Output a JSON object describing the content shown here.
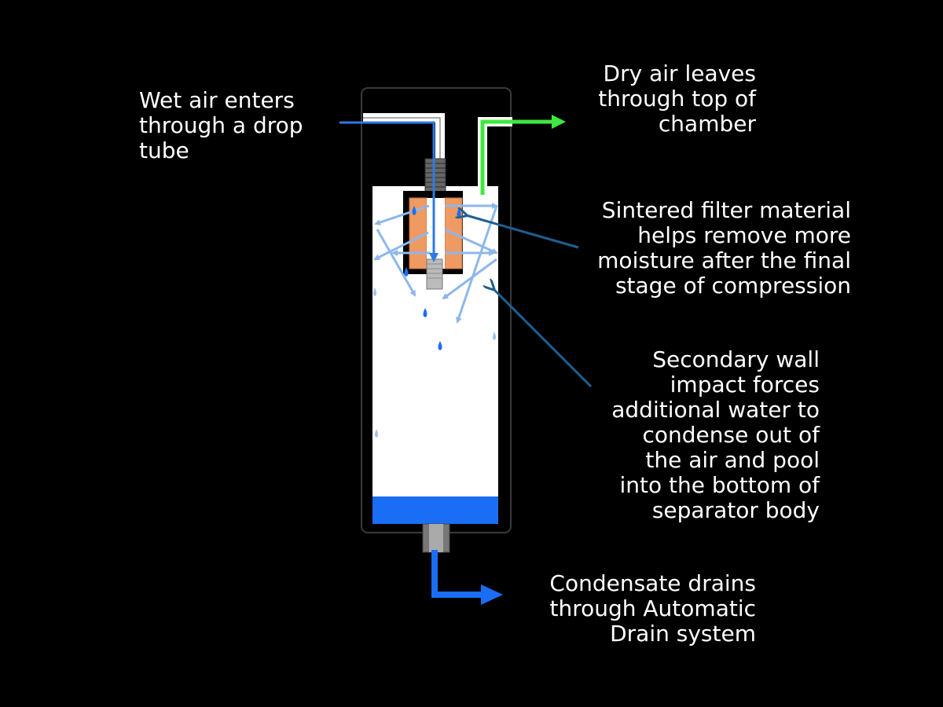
{
  "labels": {
    "wet_air": "Wet air enters\nthrough a drop\ntube",
    "dry_air": "Dry air leaves\nthrough top of\nchamber",
    "sintered": "Sintered filter material\nhelps remove more\nmoisture after the final\nstage of compression",
    "secondary": "Secondary wall\nimpact forces\nadditional water to\ncondense out of\nthe air and pool\ninto the bottom of\nseparator body",
    "condensate": "Condensate drains\nthrough Automatic\nDrain system"
  },
  "colors": {
    "background": "#000000",
    "chamber_fill": "#ffffff",
    "water": "#1a6ef5",
    "droplet_light": "#9cc2ee",
    "arrow_light": "#8db7ec",
    "wet_air_arrow": "#2d7be0",
    "dry_air_arrow": "#3ee83e",
    "filter": "#ee9a62",
    "pointer": "#1f5f92"
  }
}
